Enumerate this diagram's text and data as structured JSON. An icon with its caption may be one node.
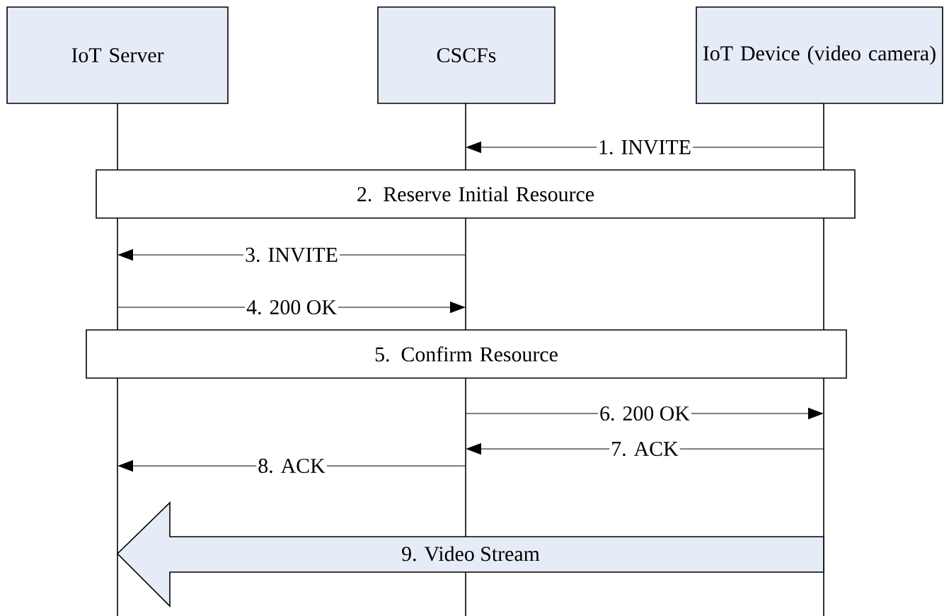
{
  "diagram": {
    "nodes": [
      {
        "text": [
          "IoT Server"
        ]
      },
      {
        "text": [
          "CSCFs"
        ]
      },
      {
        "text": [
          "IoT Device (video camera)"
        ]
      },
      {
        "text": [
          "2. Reserve Initial Resource"
        ]
      },
      {
        "text": [
          "5. Confirm Resource"
        ]
      },
      {
        "text": [],
        "shape": "line"
      },
      {
        "text": [],
        "shape": "line"
      },
      {
        "text": [],
        "shape": "line"
      }
    ],
    "edges": [
      {
        "from": 7,
        "to": 6,
        "arrow": "to",
        "label": "1. INVITE"
      },
      {
        "from": 6,
        "to": 5,
        "arrow": "to",
        "label": "3. INVITE"
      },
      {
        "from": 5,
        "to": 6,
        "arrow": "to",
        "label": "4. 200 OK"
      },
      {
        "from": 6,
        "to": 7,
        "arrow": "to",
        "label": "6. 200 OK"
      },
      {
        "from": 7,
        "to": 6,
        "arrow": "to",
        "label": "7. ACK"
      },
      {
        "from": 6,
        "to": 5,
        "arrow": "to",
        "label": "8. ACK"
      },
      {
        "from": 7,
        "to": 5,
        "arrow": "to",
        "label": "9. Video Stream",
        "style": "thick"
      }
    ]
  }
}
